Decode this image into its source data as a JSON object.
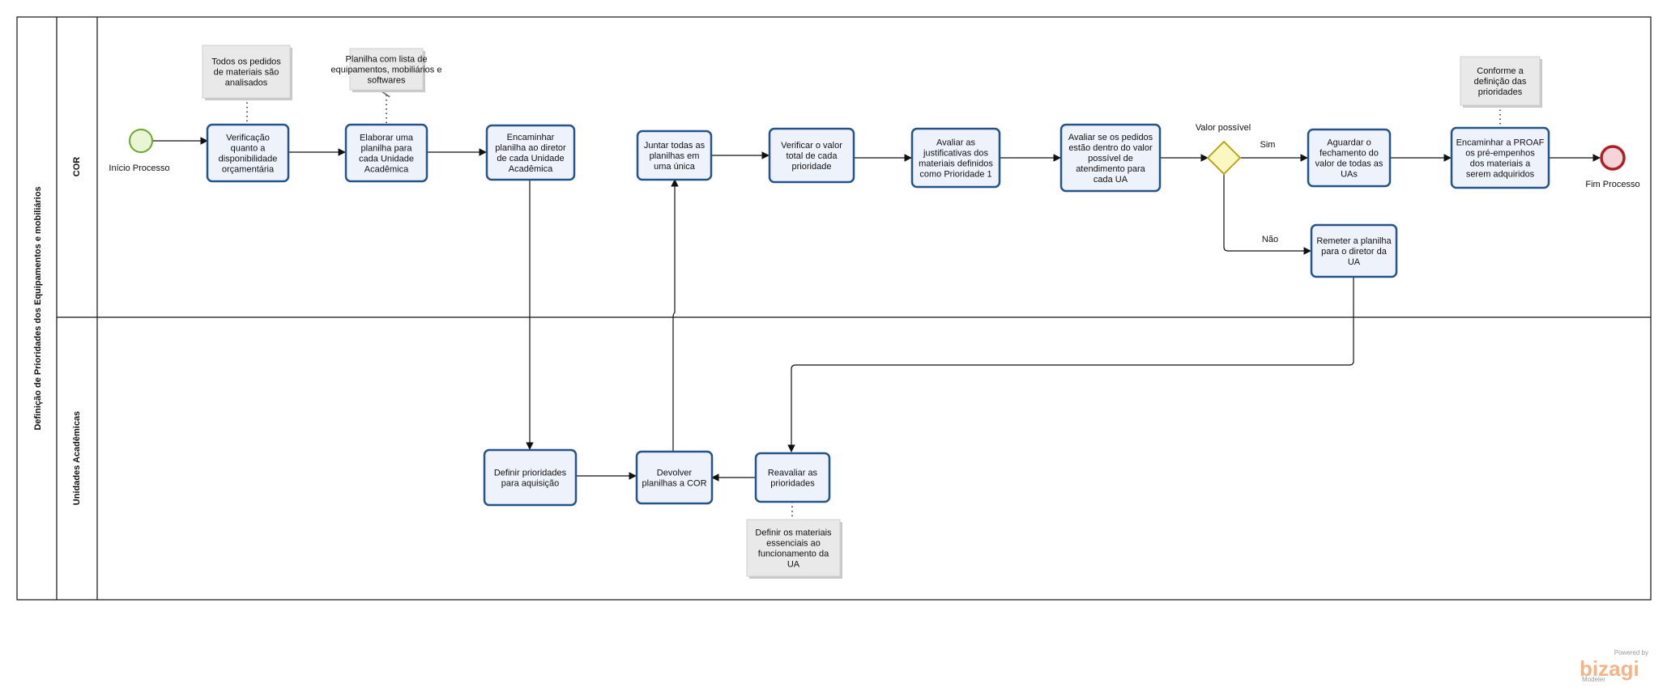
{
  "pool": {
    "title": "Definição de Prioridades dos Equipamentos e mobiliários"
  },
  "lanes": [
    {
      "key": "cor",
      "title": "COR"
    },
    {
      "key": "ua",
      "title": "Unidades Acadêmicas"
    }
  ],
  "events": {
    "start": "Início Processo",
    "end": "Fim Processo"
  },
  "gateway": {
    "label": "Valor possível",
    "yes": "Sim",
    "no": "Não"
  },
  "tasks": [
    {
      "id": "t1",
      "lines": [
        "Verificação",
        "quanto a",
        "disponibilidade",
        "orçamentária"
      ]
    },
    {
      "id": "t2",
      "lines": [
        "Elaborar uma",
        "planilha para",
        "cada Unidade",
        "Acadêmica"
      ]
    },
    {
      "id": "t3",
      "lines": [
        "Encaminhar",
        "planilha ao diretor",
        "de cada Unidade",
        "Acadêmica"
      ]
    },
    {
      "id": "t4",
      "lines": [
        "Juntar todas as",
        "planilhas  em",
        "uma única"
      ]
    },
    {
      "id": "t5",
      "lines": [
        "Verificar o valor",
        "total de cada",
        "prioridade"
      ]
    },
    {
      "id": "t6",
      "lines": [
        "Avaliar as",
        "justificativas  dos",
        "materiais definidos",
        "como Prioridade 1"
      ]
    },
    {
      "id": "t7",
      "lines": [
        "Avaliar se os pedidos",
        "estão dentro do valor",
        "possível de",
        "atendimento para",
        "cada UA"
      ]
    },
    {
      "id": "t8",
      "lines": [
        "Aguardar o",
        "fechamento do",
        "valor de todas as",
        "UAs"
      ]
    },
    {
      "id": "t9",
      "lines": [
        "Encaminhar a PROAF",
        "os pré-empenhos",
        "dos materiais a",
        "serem adquiridos"
      ]
    },
    {
      "id": "t10",
      "lines": [
        "Remeter a planilha",
        "para o diretor da",
        "UA"
      ]
    },
    {
      "id": "t11",
      "lines": [
        "Definir prioridades",
        "para aquisição"
      ]
    },
    {
      "id": "t12",
      "lines": [
        "Devolver",
        "planilhas a COR"
      ]
    },
    {
      "id": "t13",
      "lines": [
        "Reavaliar as",
        "prioridades"
      ]
    }
  ],
  "annotations": [
    {
      "id": "a1",
      "lines": [
        "Todos os pedidos",
        "de materiais são",
        "analisados"
      ]
    },
    {
      "id": "a2",
      "lines": [
        "Planilha com lista de",
        "equipamentos, mobiliários e",
        "softwares"
      ]
    },
    {
      "id": "a3",
      "lines": [
        "Conforme a",
        "definição das",
        "prioridades"
      ]
    },
    {
      "id": "a4",
      "lines": [
        "Definir os materiais",
        "essenciais ao",
        "funcionamento da",
        "UA"
      ]
    }
  ],
  "branding": {
    "powered": "Powered by",
    "logo": "bizagi",
    "product": "Modeler"
  },
  "colors": {
    "task_stroke": "#24548b",
    "task_fill": "#eef3fb",
    "start_stroke": "#6aa82a",
    "start_fill": "#eaf5d6",
    "end_stroke": "#b01f24",
    "end_fill": "#f4d4d6",
    "gateway_stroke": "#b4a91e",
    "gateway_fill": "#fbf7c0",
    "logo": "#f3b48a"
  }
}
